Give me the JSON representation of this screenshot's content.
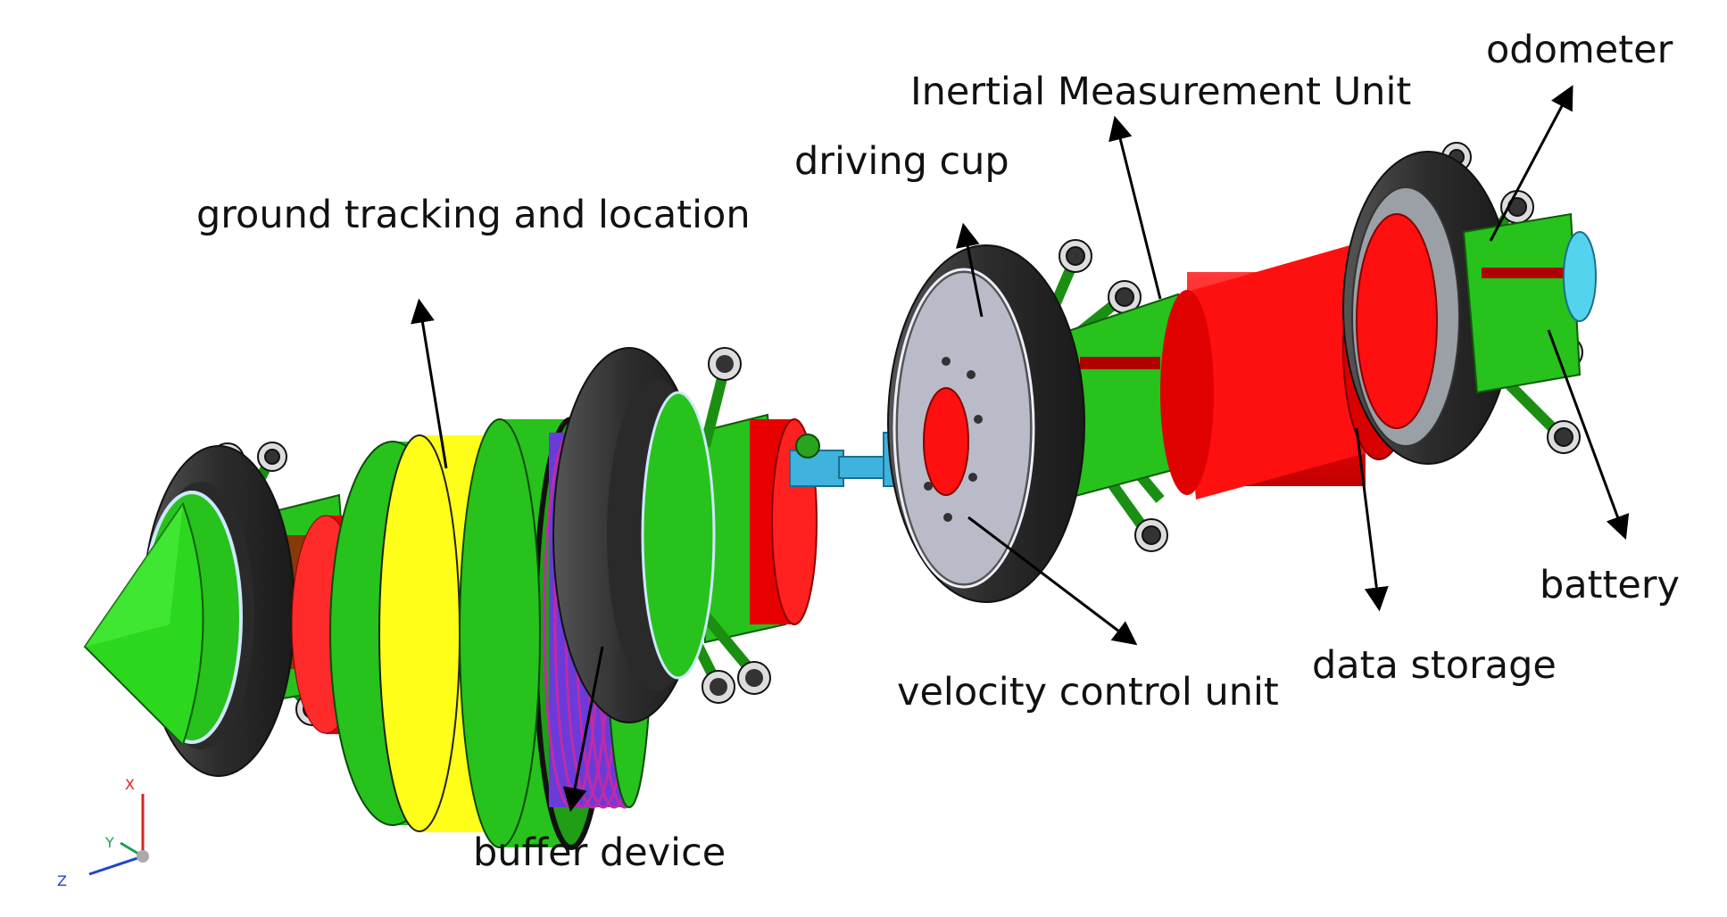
{
  "labels": {
    "odometer": "odometer",
    "imu": "Inertial Measurement Unit",
    "driving_cup": "driving cup",
    "ground_tracking": "ground tracking and location",
    "battery": "battery",
    "data_storage": "data storage",
    "velocity_control": "velocity control unit",
    "buffer_device": "buffer device"
  },
  "axes": {
    "x": "X",
    "y": "Y",
    "z": "Z"
  },
  "colors": {
    "body_green": "#27c21c",
    "dark_green": "#1a8f12",
    "red": "#ff1010",
    "yellow": "#ffff1a",
    "tire": "#3a3a3a",
    "joint_blue": "#3fb2dd",
    "plate": "#b9bcc8",
    "coil": "#5a2bd8"
  }
}
